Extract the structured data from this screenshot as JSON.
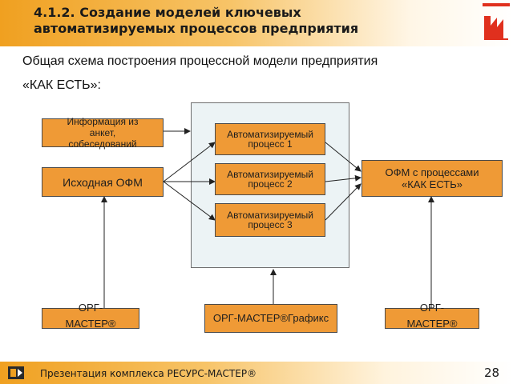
{
  "header": {
    "title_line1": "4.1.2. Создание моделей ключевых",
    "title_line2": "автоматизируемых процессов предприятия",
    "logo": "brand-logo"
  },
  "subtitle": {
    "line1": "Общая схема построения процессной модели предприятия",
    "line2": "«КАК ЕСТЬ»:"
  },
  "diagram": {
    "info_box": "Информация из анкет, собеседований",
    "source_ofm": "Исходная ОФМ",
    "processes": [
      "Автоматизируемый процесс 1",
      "Автоматизируемый процесс 2",
      "Автоматизируемый процесс 3"
    ],
    "result_ofm": "ОФМ с процессами «КАК ЕСТЬ»",
    "tool_left": "ОРГ-МАСТЕР®",
    "tool_center": "ОРГ-МАСТЕР®Графикс",
    "tool_right": "ОРГ-МАСТЕР®"
  },
  "colors": {
    "box_fill": "#ef9a36",
    "panel_fill": "#ecf3f5",
    "accent": "#f0a020"
  },
  "footer": {
    "text": "Презентация комплекса РЕСУРС-МАСТЕР®",
    "page_number": "28"
  }
}
